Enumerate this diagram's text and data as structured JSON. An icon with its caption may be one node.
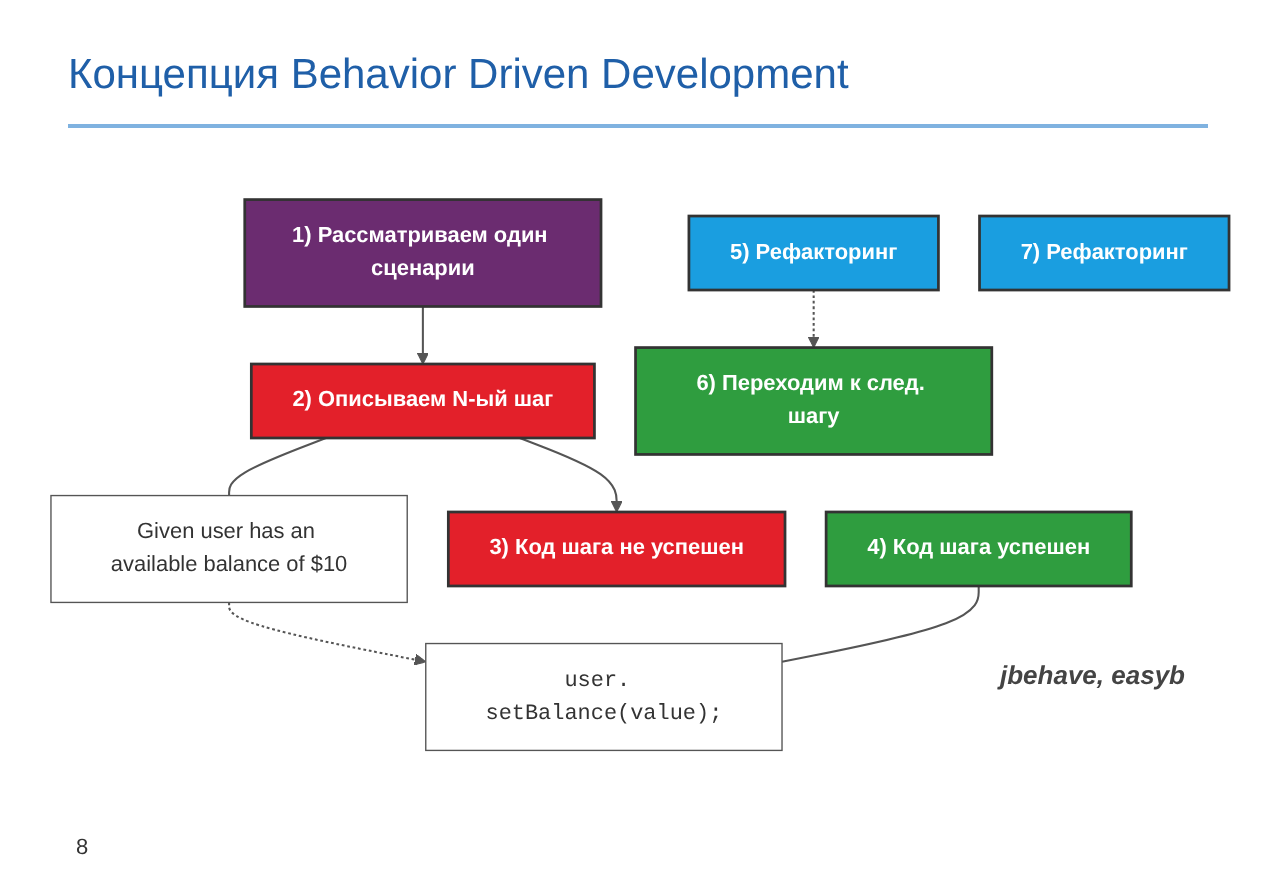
{
  "diagram": {
    "title": "Концепция Behavior Driven Development",
    "nodes": [
      {
        "text": [
          "1) Рассматриваем один сценарии"
        ]
      },
      {
        "text": [
          "2) Описываем N-ый шаг"
        ]
      },
      {
        "text": [
          "Given user has an available balance of $10"
        ]
      },
      {
        "text": [
          "3) Код шага не успешен"
        ]
      },
      {
        "text": [
          "user. setBalance(value);"
        ]
      },
      {
        "text": [
          "5) Рефакторинг"
        ]
      },
      {
        "text": [
          "4) Код шага успешен"
        ]
      },
      {
        "text": [
          "7) Рефакторинг"
        ]
      },
      {
        "text": [
          "6) Переходим к след. шагу"
        ]
      }
    ],
    "edges": [
      {
        "from": 0,
        "to": 1,
        "arrow": "to"
      },
      {
        "from": 1,
        "to": 3,
        "arrow": "to"
      },
      {
        "from": 1,
        "to": 2,
        "arrow": "none"
      },
      {
        "from": 2,
        "to": 4,
        "arrow": "to",
        "style": "dashed"
      },
      {
        "from": 6,
        "to": 4,
        "arrow": "none"
      },
      {
        "from": 5,
        "to": 8,
        "arrow": "to",
        "style": "dashed"
      }
    ],
    "labels": [
      "jbehave, easyb",
      "8"
    ]
  }
}
